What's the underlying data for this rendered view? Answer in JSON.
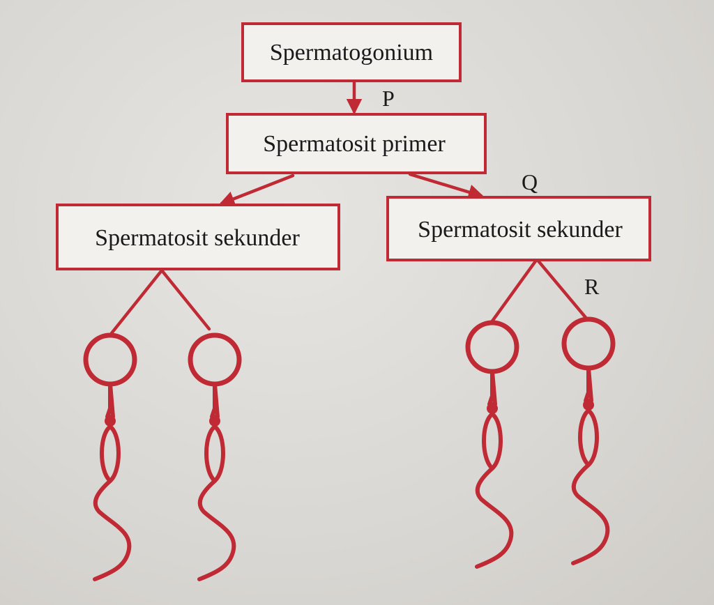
{
  "nodes": {
    "spermatogonium": "Spermatogonium",
    "primary": "Spermatosit primer",
    "secondary_left": "Spermatosit sekunder",
    "secondary_right": "Spermatosit sekunder"
  },
  "step_labels": {
    "p": "P",
    "q": "Q",
    "r": "R"
  },
  "colors": {
    "accent": "#bf2a35",
    "box_fill": "#f2f1ee",
    "text": "#1a1a1a",
    "background": "#dcdad6"
  },
  "icons": [
    "sperm-icon",
    "arrow-icon"
  ]
}
